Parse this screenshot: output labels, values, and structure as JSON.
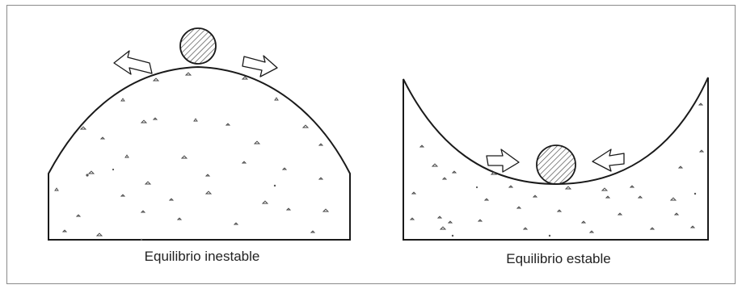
{
  "captions": {
    "unstable": "Equilibrio inestable",
    "stable": "Equilibrio estable"
  },
  "colors": {
    "stroke": "#1a1a1a",
    "frame": "#8a8a8a",
    "background": "#ffffff"
  },
  "icons": {
    "ball": "hatched-circle",
    "push": "outlined-arrow"
  }
}
